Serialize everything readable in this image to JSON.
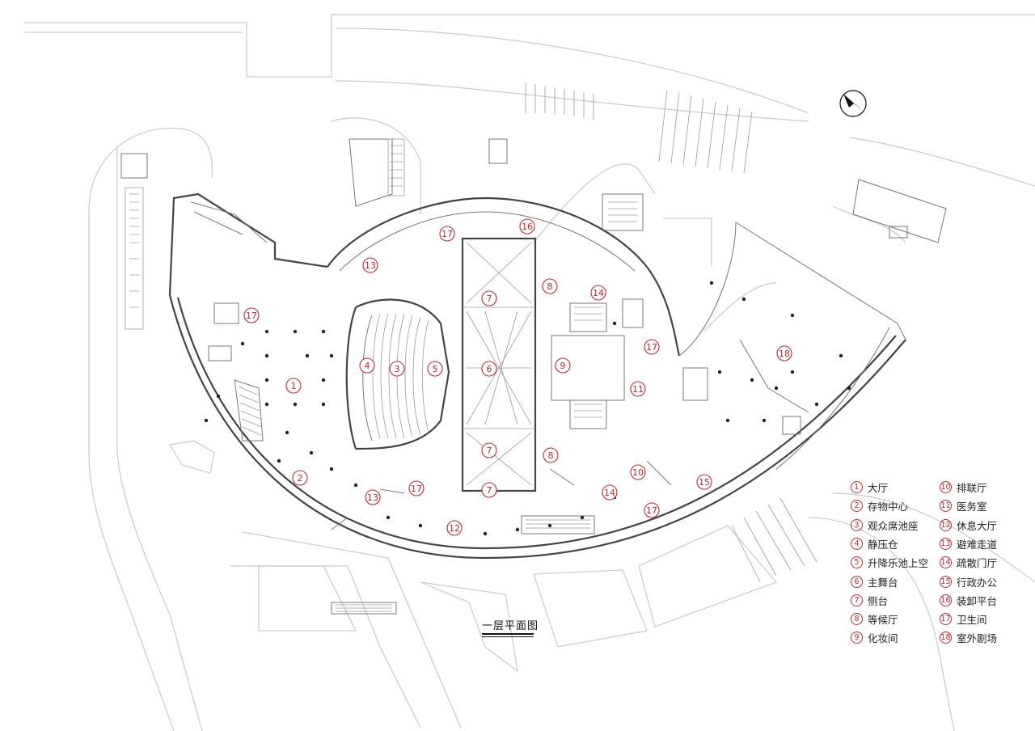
{
  "plan_title": "一层平面图",
  "north_arrow": "north-arrow-icon",
  "accent_color": "#c0262d",
  "legend": [
    {
      "num": "1",
      "label": "大厅"
    },
    {
      "num": "2",
      "label": "存物中心"
    },
    {
      "num": "3",
      "label": "观众席池座"
    },
    {
      "num": "4",
      "label": "静压仓"
    },
    {
      "num": "5",
      "label": "升降乐池上空"
    },
    {
      "num": "6",
      "label": "主舞台"
    },
    {
      "num": "7",
      "label": "侧台"
    },
    {
      "num": "8",
      "label": "等候厅"
    },
    {
      "num": "9",
      "label": "化妆间"
    },
    {
      "num": "10",
      "label": "排联厅"
    },
    {
      "num": "11",
      "label": "医务室"
    },
    {
      "num": "12",
      "label": "休息大厅"
    },
    {
      "num": "13",
      "label": "避难走道"
    },
    {
      "num": "14",
      "label": "疏散门厅"
    },
    {
      "num": "15",
      "label": "行政办公"
    },
    {
      "num": "16",
      "label": "装卸平台"
    },
    {
      "num": "17",
      "label": "卫生间"
    },
    {
      "num": "18",
      "label": "室外剧场"
    }
  ],
  "tags": [
    "1",
    "2",
    "3",
    "4",
    "5",
    "6",
    "7",
    "7",
    "7",
    "8",
    "8",
    "9",
    "10",
    "11",
    "12",
    "13",
    "13",
    "14",
    "14",
    "15",
    "16",
    "17",
    "17",
    "17",
    "17",
    "17",
    "18"
  ]
}
